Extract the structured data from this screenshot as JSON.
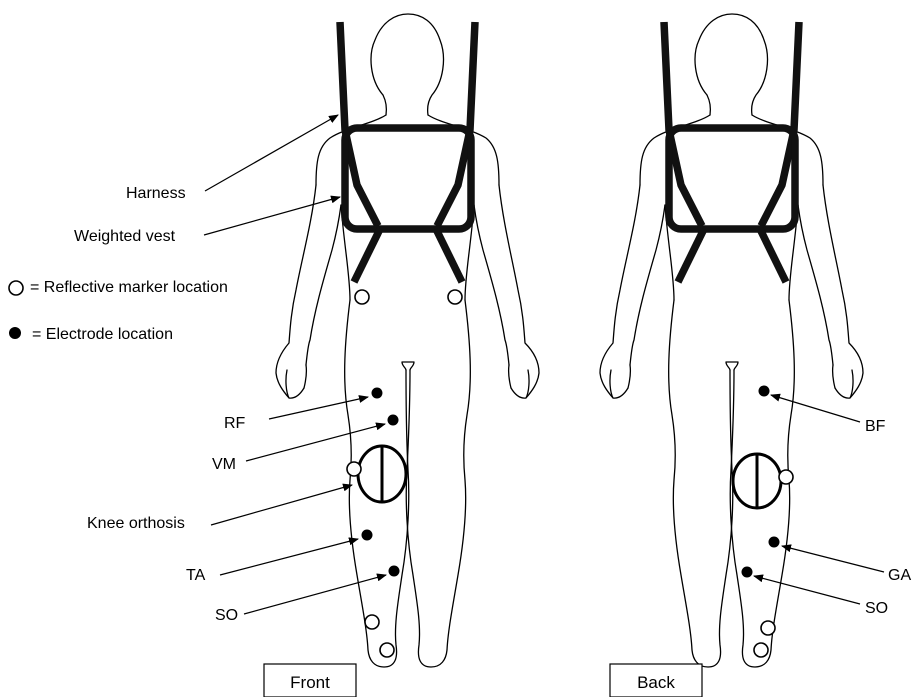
{
  "labels": {
    "harness": "Harness",
    "weighted_vest": "Weighted vest",
    "legend_marker": "= Reflective marker location",
    "legend_electrode": "= Electrode location",
    "rf": "RF",
    "vm": "VM",
    "knee_orthosis": "Knee orthosis",
    "ta": "TA",
    "so_front": "SO",
    "bf": "BF",
    "ga": "GA",
    "so_back": "SO"
  },
  "views": {
    "front": "Front",
    "back": "Back"
  },
  "colors": {
    "ink": "#000000",
    "strap": "#111111",
    "background": "#ffffff"
  }
}
